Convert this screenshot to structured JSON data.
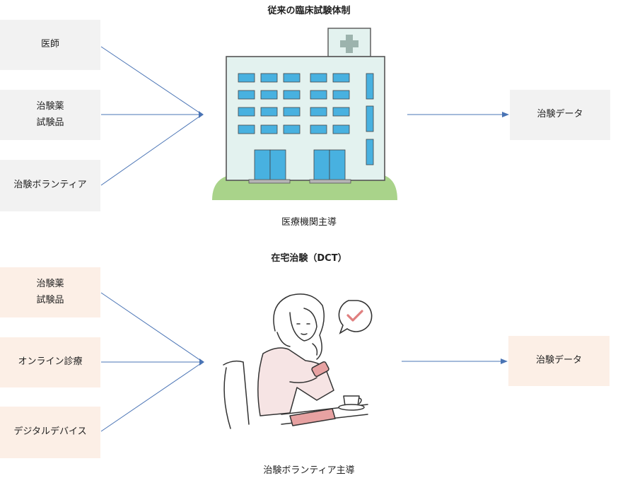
{
  "traditional": {
    "title": "従来の臨床試験体制",
    "inputs": [
      {
        "lines": [
          "医師"
        ]
      },
      {
        "lines": [
          "治験薬",
          "試験品"
        ]
      },
      {
        "lines": [
          "治験ボランティア"
        ]
      }
    ],
    "output": "治験データ",
    "caption": "医療機関主導"
  },
  "dct": {
    "title": "在宅治験（DCT）",
    "inputs": [
      {
        "lines": [
          "治験薬",
          "試験品"
        ]
      },
      {
        "lines": [
          "オンライン診療"
        ]
      },
      {
        "lines": [
          "デジタルデバイス"
        ]
      }
    ],
    "output": "治験データ",
    "caption": "治験ボランティア主導"
  },
  "colors": {
    "arrow": "#4a74b5",
    "box_gray": "#f2f2f2",
    "box_peach": "#fcefe6",
    "window_blue": "#48b1e0",
    "lawn_green": "#a9d38a",
    "accent_pink": "#e7a2a2"
  }
}
